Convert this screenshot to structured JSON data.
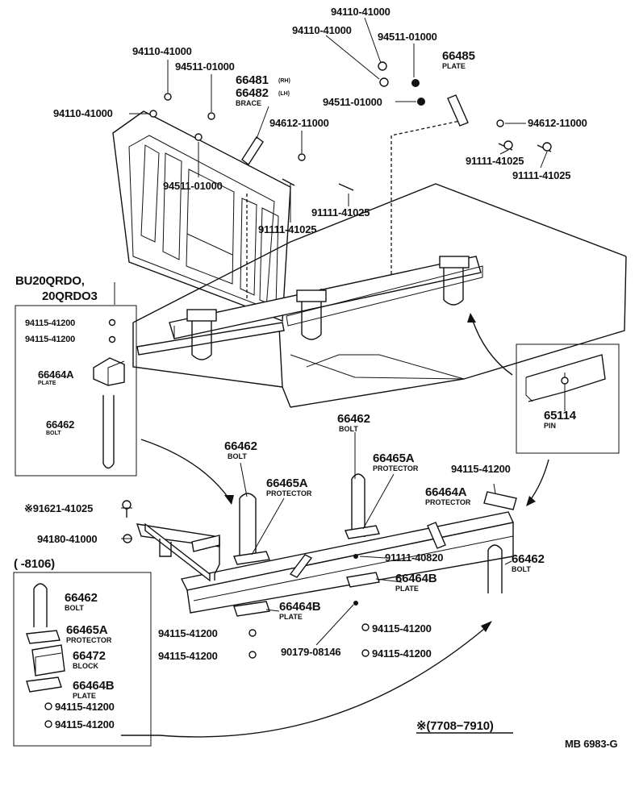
{
  "diagram": {
    "top_labels": {
      "nut_94110_a": "94110-41000",
      "nut_94110_b": "94110-41000",
      "washer_94511_a": "94511-01000",
      "plate_66485": "66485",
      "plate_66485_name": "PLATE",
      "nut_94110_c": "94110-41000",
      "washer_94511_b": "94511-01000",
      "brace_66481": "66481",
      "brace_66481_side": "(RH)",
      "brace_66482": "66482",
      "brace_66482_side": "(LH)",
      "brace_name": "BRACE",
      "washer_94511_c": "94511-01000",
      "nut_94110_d": "94110-41000",
      "washer_94612_a": "94612-11000",
      "washer_94612_b": "94612-11000",
      "bolt_91111_a": "91111-41025",
      "bolt_91111_b": "91111-41025",
      "washer_94511_d": "94511-01000",
      "bolt_91111_c": "91111-41025",
      "bolt_91111_d": "91111-41025"
    },
    "left_box": {
      "model_line1": "BU20QRDO,",
      "model_line2": "20QRDO3",
      "nut_a": "94115-41200",
      "nut_b": "94115-41200",
      "plate_num": "66464A",
      "plate_name": "PLATE",
      "bolt_num": "66462",
      "bolt_name": "BOLT"
    },
    "pin_box": {
      "pin_num": "65114",
      "pin_name": "PIN"
    },
    "mid_labels": {
      "bolt_66462_a": "66462",
      "bolt_name_a": "BOLT",
      "bolt_66462_b": "66462",
      "bolt_name_b": "BOLT",
      "protector_a": "66465A",
      "protector_name_a": "PROTECTOR",
      "protector_b": "66465A",
      "protector_name_b": "PROTECTOR",
      "nut_94115_top": "94115-41200",
      "plate_66464A": "66464A",
      "plate_66464A_name": "PROTECTOR",
      "bolt_91621": "※91621-41025",
      "nut_94180": "94180-41000",
      "bolt_91111_40820": "91111-40820",
      "plate_66464B_a": "66464B",
      "plate_66464B_a_name": "PLATE",
      "bolt_66462_c": "66462",
      "bolt_name_c": "BOLT",
      "plate_66464B_b": "66464B",
      "plate_66464B_b_name": "PLATE",
      "nut_94115_l1": "94115-41200",
      "nut_94115_l2": "94115-41200",
      "nut_94115_r1": "94115-41200",
      "nut_94115_r2": "94115-41200",
      "bolt_90179": "90179-08146"
    },
    "bottom_box": {
      "period": "(        -8106)",
      "bolt_num": "66462",
      "bolt_name": "BOLT",
      "protector_num": "66465A",
      "protector_name": "PROTECTOR",
      "block_num": "66472",
      "block_name": "BLOCK",
      "plate_num": "66464B",
      "plate_name": "PLATE",
      "nut_a": "94115-41200",
      "nut_b": "94115-41200"
    },
    "footnote": "※(7708−7910)",
    "drawing_code": "MB 6983-G"
  }
}
